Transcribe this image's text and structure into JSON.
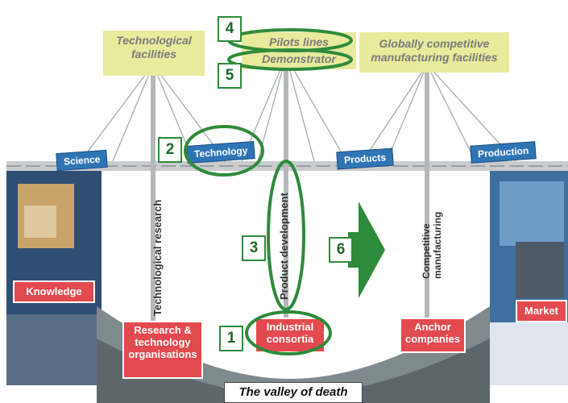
{
  "top_boxes": {
    "technological_facilities": "Technological facilities",
    "pilots_lines": "Pilots lines",
    "demonstrator": "Demonstrator",
    "globally_competitive": "Globally competitive manufacturing facilities"
  },
  "pillars": {
    "science": "Science",
    "technology": "Technology",
    "products": "Products",
    "production": "Production"
  },
  "bridge_labels": {
    "technological_research": "Technological research",
    "product_development": "Product development",
    "competitive_manufacturing": "Competitive manufacturing"
  },
  "bottom_boxes": {
    "knowledge": "Knowledge",
    "research": "Research & technology organisations",
    "industrial": "Industrial consortia",
    "anchor": "Anchor companies",
    "market": "Market"
  },
  "numbers": {
    "n1": "1",
    "n2": "2",
    "n3": "3",
    "n4": "4",
    "n5": "5",
    "n6": "6"
  },
  "caption": "The valley of death",
  "colors": {
    "highlight_green": "#2e8b3a",
    "pillar_blue": "#2f75b5",
    "box_red": "#e24a4f",
    "box_yellow": "#e8ea9c"
  }
}
